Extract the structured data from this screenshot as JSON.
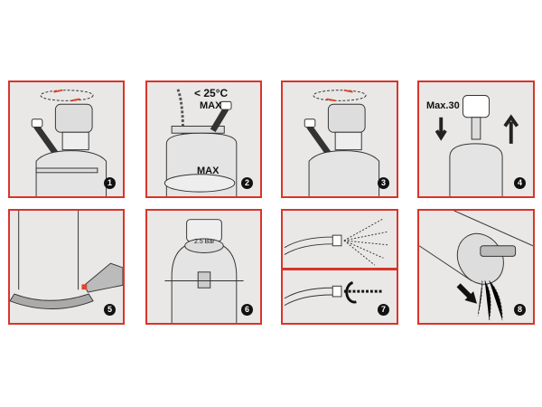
{
  "steps": [
    {
      "number": "1"
    },
    {
      "number": "2",
      "temp_label": "< 25°C",
      "max_top": "MAX",
      "max_bottom": "MAX"
    },
    {
      "number": "3"
    },
    {
      "number": "4",
      "pump_label": "Max.30"
    },
    {
      "number": "5"
    },
    {
      "number": "6",
      "pressure_label": "2.5 Bar"
    },
    {
      "number": "7"
    },
    {
      "number": "8"
    }
  ],
  "colors": {
    "frame": "#d9342b",
    "arrow": "#e0452f",
    "panel_bg": "#e9e8e6"
  }
}
